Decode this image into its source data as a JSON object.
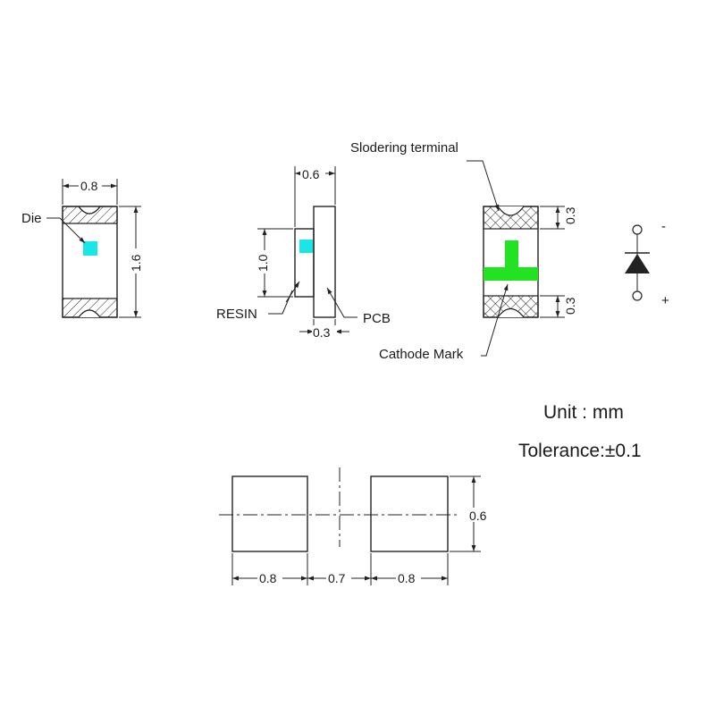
{
  "labels": {
    "die": "Die",
    "resin": "RESIN",
    "pcb": "PCB",
    "soldering_terminal": "Slodering terminal",
    "cathode_mark": "Cathode Mark",
    "minus": "-",
    "plus": "+"
  },
  "dimensions": {
    "front_width": "0.8",
    "front_height": "1.6",
    "side_total_width": "0.6",
    "side_resin_height": "1.0",
    "side_pcb_width": "0.3",
    "bottom_terminal_top": "0.3",
    "bottom_terminal_bottom": "0.3",
    "pad_width_left": "0.8",
    "pad_gap": "0.7",
    "pad_width_right": "0.8",
    "pad_height": "0.6"
  },
  "notes": {
    "unit": "Unit : mm",
    "tolerance": "Tolerance:±0.1"
  },
  "colors": {
    "die": "#19e6e6",
    "cathode_mark": "#22e322",
    "line": "#222222"
  }
}
